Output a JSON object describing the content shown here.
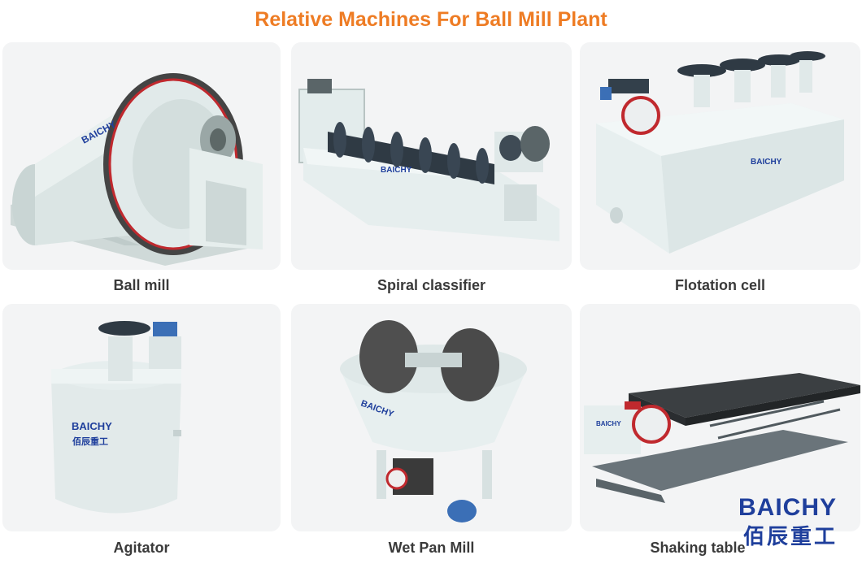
{
  "page": {
    "title": "Relative Machines For Ball Mill Plant"
  },
  "machines": [
    {
      "caption": "Ball mill",
      "icon": "ball-mill-illustration"
    },
    {
      "caption": "Spiral classifier",
      "icon": "spiral-classifier-illustration"
    },
    {
      "caption": "Flotation cell",
      "icon": "flotation-cell-illustration"
    },
    {
      "caption": "Agitator",
      "icon": "agitator-illustration"
    },
    {
      "caption": "Wet Pan Mill",
      "icon": "wet-pan-mill-illustration"
    },
    {
      "caption": "Shaking table",
      "icon": "shaking-table-illustration"
    }
  ],
  "logo": {
    "word": "BAICHY",
    "chinese": "佰辰重工"
  },
  "watermark": {
    "word": "BAICHY",
    "chinese": "佰辰重工"
  },
  "colors": {
    "title": "#ee7c24",
    "caption": "#3a3a3a",
    "card_bg": "#f3f4f5",
    "logo": "#1f3f9c",
    "machine_body": "#e3eceb",
    "accent_red": "#d42a2a"
  }
}
